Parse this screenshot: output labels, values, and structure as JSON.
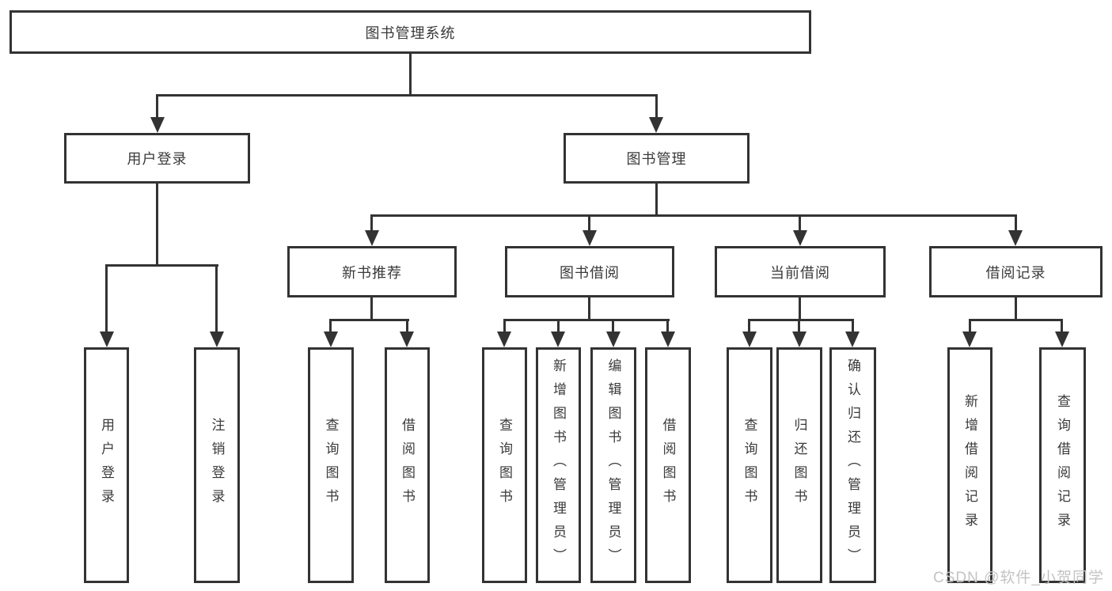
{
  "tree": {
    "label": "图书管理系统",
    "children": [
      {
        "label": "用户登录",
        "children": [
          {
            "label": "用户登录"
          },
          {
            "label": "注销登录"
          }
        ]
      },
      {
        "label": "图书管理",
        "children": [
          {
            "label": "新书推荐",
            "children": [
              {
                "label": "查询图书"
              },
              {
                "label": "借阅图书"
              }
            ]
          },
          {
            "label": "图书借阅",
            "children": [
              {
                "label": "查询图书"
              },
              {
                "label": "新增图书（管理员）"
              },
              {
                "label": "编辑图书（管理员）"
              },
              {
                "label": "借阅图书"
              }
            ]
          },
          {
            "label": "当前借阅",
            "children": [
              {
                "label": "查询图书"
              },
              {
                "label": "归还图书"
              },
              {
                "label": "确认归还（管理员）"
              }
            ]
          },
          {
            "label": "借阅记录",
            "children": [
              {
                "label": "新增借阅记录"
              },
              {
                "label": "查询借阅记录"
              }
            ]
          }
        ]
      }
    ]
  },
  "watermark": {
    "text": "CSDN @软件_小贺同学"
  },
  "colors": {
    "line": "#333333",
    "text": "#3a3a3a",
    "background": "#ffffff",
    "watermark": "#c3c3c3"
  }
}
